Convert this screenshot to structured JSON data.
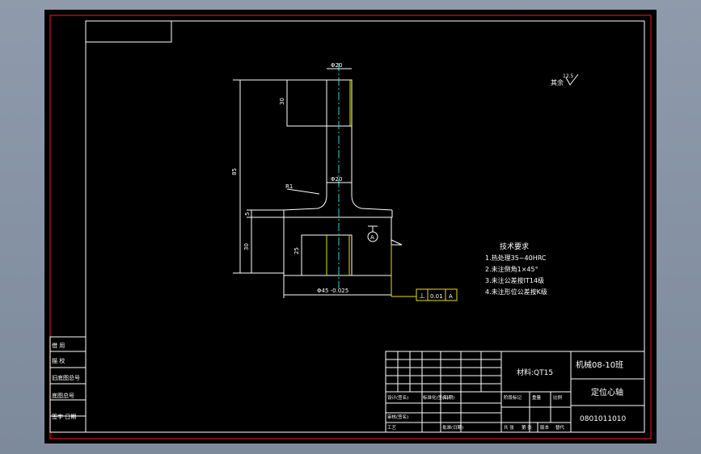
{
  "tech_requirements": {
    "title": "技术要求",
    "items": [
      "1.热处理35~40HRC",
      "2.未注倒角1×45°",
      "3.未注公差按IT14级",
      "4.未注形位公差按K级"
    ]
  },
  "surface": {
    "label": "其余",
    "value": "12.5"
  },
  "tolerance_frame": {
    "symbol": "⊥",
    "value": "0.01",
    "datum": "A"
  },
  "dims": {
    "top_width": "Φ20",
    "mid_width": "Φ20",
    "total_height": "85",
    "top_section": "30",
    "chamfer": "R1",
    "flange": "5",
    "lower_height": "30",
    "bore_depth": "25",
    "bottom_width": "Φ45 -0.025",
    "datum_note": "A"
  },
  "left_table": [
    {
      "label": "借 用"
    },
    {
      "label": "描 校"
    },
    {
      "label": "旧底图总号"
    },
    {
      "label": "底图总号"
    },
    {
      "label": "签字  日期"
    }
  ],
  "title_block": {
    "material": "材料:QT15",
    "class": "机械08-10班",
    "part_name": "定位心轴",
    "drawing_no": "0801011010",
    "row_labels": {
      "design": "设计(签名)",
      "standard": "标准化(签名)",
      "date": "(日期)",
      "review": "审核(签名)",
      "process": "工艺",
      "approve": "批准(日期)",
      "stage": "阶段标记",
      "weight": "重量",
      "scale": "比例",
      "total": "共 张",
      "sheet": "第 张",
      "version": "版本",
      "replace": "替代"
    }
  }
}
